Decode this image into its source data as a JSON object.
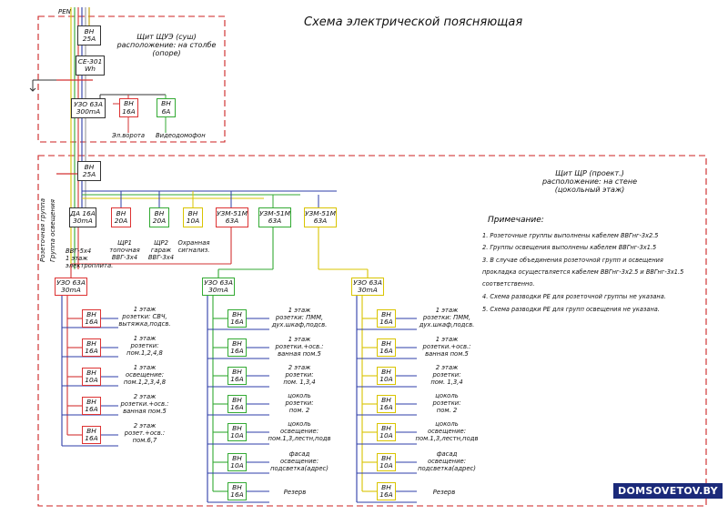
{
  "title": "Схема электрической поясняющая",
  "pen_label": "PEN",
  "shue": {
    "line1": "Щит ЩУЭ (суш)",
    "line2": "расположение: на столбе",
    "line3": "(опоре)",
    "vn_main": [
      "ВН",
      "25А"
    ],
    "meter": [
      "CE-301",
      "Wh"
    ],
    "uzo": [
      "УЗО 63А",
      "300mA"
    ],
    "vn_gate": [
      "ВН",
      "16А"
    ],
    "vn_video": [
      "ВН",
      "6А"
    ],
    "label_gate": "Эл.ворота",
    "label_video": "Видеодомофон"
  },
  "shr": {
    "line1": "Щит ЩР (проект.)",
    "line2": "расположение: на стене",
    "line3": "(цокольный этаж)",
    "vn_main": [
      "ВН",
      "25А"
    ],
    "da": [
      "ДА 16А",
      "30mA"
    ],
    "vn20a": [
      "ВН",
      "20А"
    ],
    "vn20b": [
      "ВН",
      "20А"
    ],
    "vn10": [
      "ВН",
      "10А"
    ],
    "uzm1": [
      "УЗМ-51М",
      "63А"
    ],
    "uzm2": [
      "УЗМ-51М",
      "63А"
    ],
    "uzm3": [
      "УЗМ-51М",
      "63А"
    ],
    "label_shr1": [
      "ЩР1",
      "топочная",
      "ВВГ-3х4"
    ],
    "label_shr2": [
      "ЩР2",
      "гараж",
      "ВВГ-3х4"
    ],
    "label_alarm": [
      "Охранная",
      "сигнализ."
    ],
    "label_plate": [
      "ВВГ-5х4",
      "1 этаж",
      "электроплита."
    ],
    "vertical_label_1": "Розеточная группа",
    "vertical_label_2": "Группа освещения"
  },
  "groups": {
    "uzo": [
      "УЗО 63А",
      "30mA"
    ],
    "left": [
      {
        "vn": [
          "ВН",
          "16А"
        ],
        "desc": [
          "1 этаж",
          "розетки: СВЧ,",
          "вытяжка,подсв."
        ]
      },
      {
        "vn": [
          "ВН",
          "16А"
        ],
        "desc": [
          "1 этаж",
          "розетки:",
          "пом.1,2,4,8"
        ]
      },
      {
        "vn": [
          "ВН",
          "10А"
        ],
        "desc": [
          "1 этаж",
          "освещение:",
          "пом.1,2,3,4,8"
        ]
      },
      {
        "vn": [
          "ВН",
          "16А"
        ],
        "desc": [
          "2 этаж",
          "розетки.+осв.:",
          "ванная пом.5"
        ]
      },
      {
        "vn": [
          "ВН",
          "16А"
        ],
        "desc": [
          "2 этаж",
          "розет.+осв.:",
          "пом.6,7"
        ]
      }
    ],
    "middle": [
      {
        "vn": [
          "ВН",
          "16А"
        ],
        "desc": [
          "1 этаж",
          "розетки: ПММ,",
          "дух.шкаф,подсв."
        ]
      },
      {
        "vn": [
          "ВН",
          "16А"
        ],
        "desc": [
          "1 этаж",
          "розетки.+осв.:",
          "ванная пом.5"
        ]
      },
      {
        "vn": [
          "ВН",
          "16А"
        ],
        "desc": [
          "2 этаж",
          "розетки:",
          "пом. 1,3,4"
        ]
      },
      {
        "vn": [
          "ВН",
          "16А"
        ],
        "desc": [
          "цоколь",
          "розетки:",
          "пом. 2"
        ]
      },
      {
        "vn": [
          "ВН",
          "10А"
        ],
        "desc": [
          "цоколь",
          "освещение:",
          "пом.1,3,лестн,подв"
        ]
      },
      {
        "vn": [
          "ВН",
          "10А"
        ],
        "desc": [
          "фасад",
          "освещение:",
          "подсветка(адрес)"
        ]
      },
      {
        "vn": [
          "ВН",
          "16А"
        ],
        "desc": [
          "Резерв"
        ]
      }
    ],
    "right": [
      {
        "vn": [
          "ВН",
          "16А"
        ],
        "desc": [
          "1 этаж",
          "розетки: ПММ,",
          "дух.шкаф,подсв."
        ]
      },
      {
        "vn": [
          "ВН",
          "16А"
        ],
        "desc": [
          "1 этаж",
          "розетки.+осв.:",
          "ванная пом.5"
        ]
      },
      {
        "vn": [
          "ВН",
          "10А"
        ],
        "desc": [
          "2 этаж",
          "розетки:",
          "пом. 1,3,4"
        ]
      },
      {
        "vn": [
          "ВН",
          "16А"
        ],
        "desc": [
          "цоколь",
          "розетки:",
          "пом. 2"
        ]
      },
      {
        "vn": [
          "ВН",
          "10А"
        ],
        "desc": [
          "цоколь",
          "освещение:",
          "пом.1,3,лестн,подв"
        ]
      },
      {
        "vn": [
          "ВН",
          "10А"
        ],
        "desc": [
          "фасад",
          "освещение:",
          "подсветка(адрес)"
        ]
      },
      {
        "vn": [
          "ВН",
          "16А"
        ],
        "desc": [
          "Резерв"
        ]
      }
    ]
  },
  "notes": {
    "title": "Примечание:",
    "items": [
      "1. Розеточные группы выполнены кабелем ВВГнг-3х2.5",
      "2. Группы освещения выполнены кабелем ВВГнг-3х1.5",
      "3. В случае объединения розеточной групп и освещения",
      "прокладка осуществляется кабелем ВВГнг-3х2.5 и ВВГнг-3х1.5",
      "соответственно.",
      "4. Схема разводки PE для розеточной группы не указана.",
      "5. Схема разводки PE для групп освещения не указана."
    ]
  },
  "watermark": "DOMSOVETOV.BY",
  "colors": {
    "red": "#d33333",
    "green": "#33aa33",
    "yellow": "#d9c400",
    "blue": "#2e3ea8",
    "dash": "#cc2222"
  }
}
